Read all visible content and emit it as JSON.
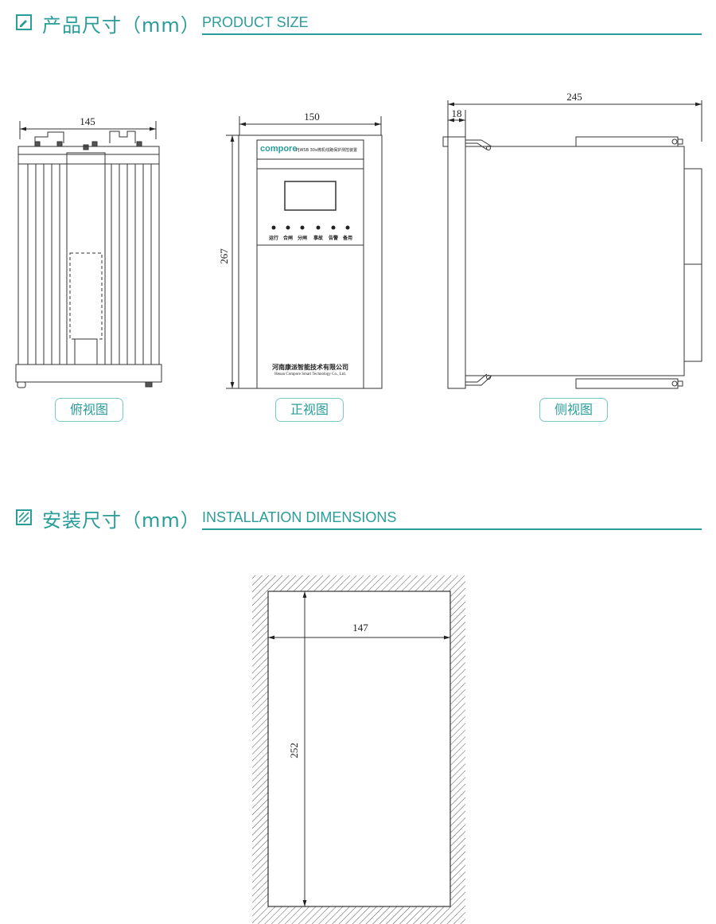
{
  "section1": {
    "title_cn": "产品尺寸（mm）",
    "title_en": "PRODUCT SIZE"
  },
  "section2": {
    "title_cn": "安装尺寸（mm）",
    "title_en": "INSTALLATION DIMENSIONS"
  },
  "views": {
    "top": {
      "label": "俯视图",
      "width": "145"
    },
    "front": {
      "label": "正视图",
      "width": "150",
      "height": "267",
      "brand": "compore",
      "model": "PJWSB 30x微机线路保护测控装置",
      "indicators": [
        "运行",
        "合闸",
        "分闸",
        "事故",
        "告警",
        "备用"
      ],
      "company_cn": "河南康派智能技术有限公司",
      "company_en": "Henan Compore Smart Technology Co., Ltd."
    },
    "side": {
      "label": "侧视图",
      "depth": "245",
      "flange": "18"
    }
  },
  "installation": {
    "width": "147",
    "height": "252"
  },
  "colors": {
    "accent": "#2a9d9a",
    "line": "#333333"
  }
}
